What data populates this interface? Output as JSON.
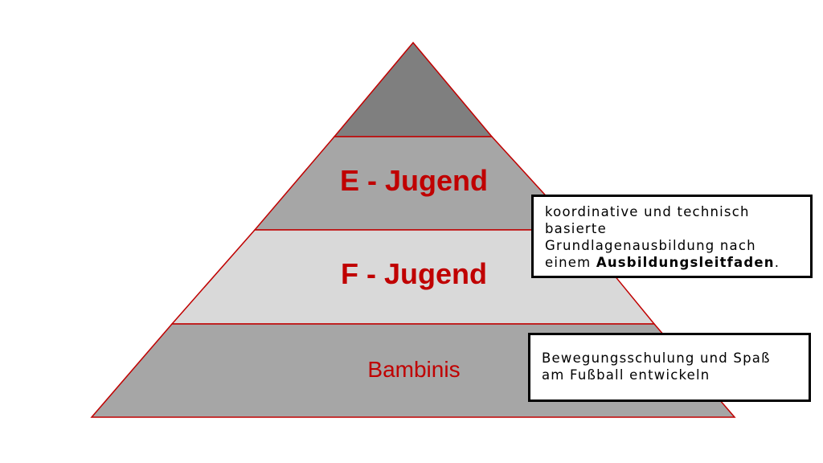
{
  "tiers": [
    {
      "label": "",
      "fill": "#7f7f7f"
    },
    {
      "label": "E - Jugend",
      "fill": "#a6a6a6"
    },
    {
      "label": "F - Jugend",
      "fill": "#d9d9d9"
    },
    {
      "label": "Bambinis",
      "fill": "#a6a6a6"
    }
  ],
  "colors": {
    "label": "#c00000",
    "outline": "#c00000"
  },
  "callouts": {
    "top": {
      "line1": "koordinative und technisch",
      "line2": "basierte",
      "line3": "Grundlagenausbildung nach",
      "line4_prefix": "einem ",
      "line4_bold": "Ausbildungsleitfaden",
      "line4_suffix": "."
    },
    "bottom": {
      "line1": "Bewegungsschulung und Spaß",
      "line2": "am Fußball entwickeln"
    }
  }
}
